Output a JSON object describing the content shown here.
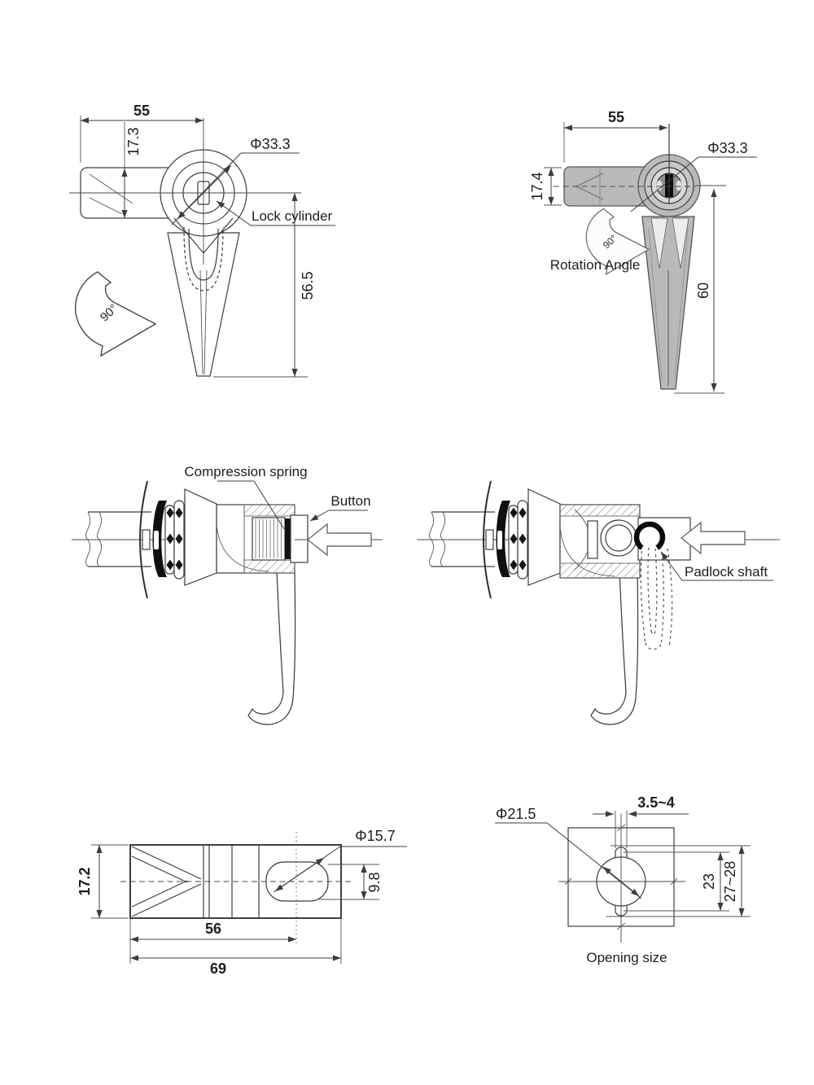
{
  "drawing": {
    "view_front": {
      "dim_width": "55",
      "dim_arm_height": "17.3",
      "dim_head_diameter": "Φ33.3",
      "dim_length": "56.5",
      "rotation_deg": "90°",
      "label_lock_cylinder": "Lock cylinder"
    },
    "view_rotated": {
      "dim_width": "55",
      "dim_arm_height": "17.4",
      "dim_head_diameter": "Φ33.3",
      "dim_length": "60",
      "rotation_deg": "90°",
      "label_rotation_angle": "Rotation Angle"
    },
    "view_section_button": {
      "label_compression_spring": "Compression spring",
      "label_button": "Button"
    },
    "view_section_padlock": {
      "label_padlock_shaft": "Padlock shaft"
    },
    "view_body": {
      "dim_height": "17.2",
      "dim_slot_diameter": "Φ15.7",
      "dim_slot_height": "9.8",
      "dim_center_length": "56",
      "dim_total_length": "69"
    },
    "view_opening": {
      "dim_hole_diameter": "Φ21.5",
      "dim_notch_width": "3.5~4",
      "dim_inner_height": "23",
      "dim_outer_height": "27~28",
      "caption": "Opening size"
    }
  }
}
